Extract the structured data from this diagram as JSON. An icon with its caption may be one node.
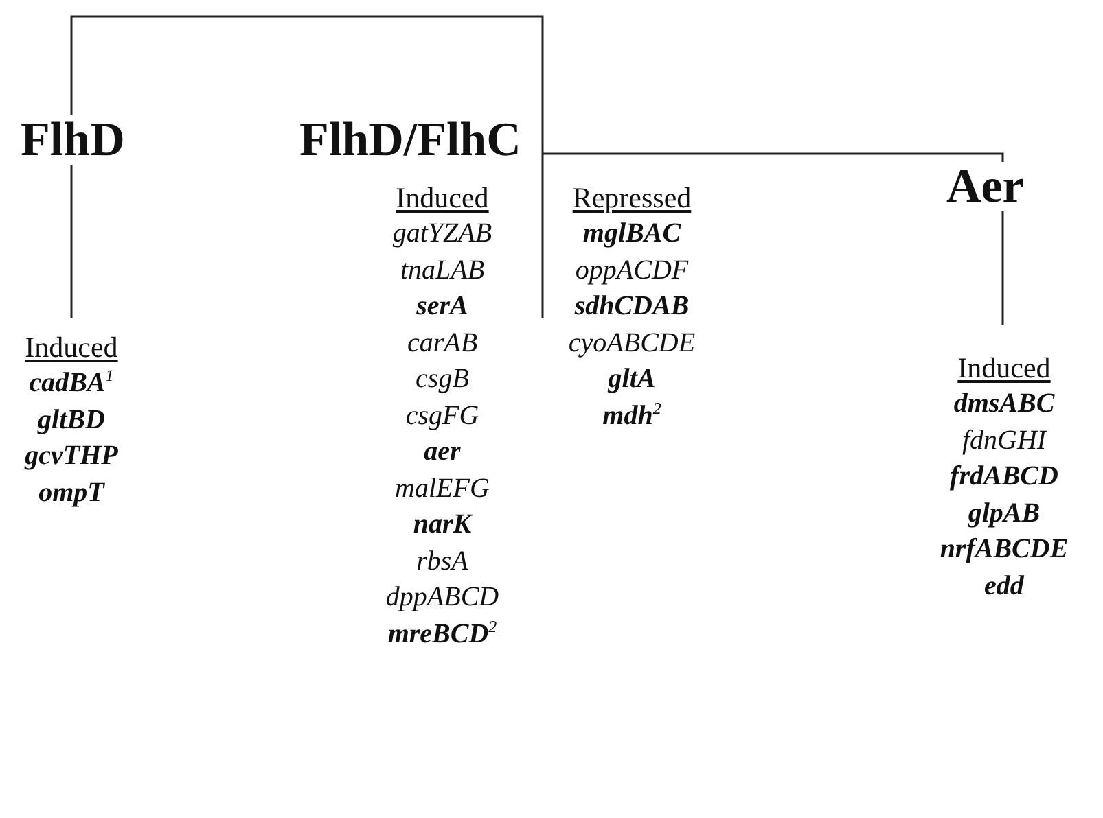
{
  "diagram": {
    "nodes": [
      {
        "text": [
          "Induced",
          "**cadBA**$^{1}$ **gltBD** **gcvTHP** **ompT**"
        ]
      },
      {
        "text": [
          "Induced",
          "gatYZAB tnaLAB **serA** carAB csgB csgFG **aer** malEFG **narK** rbsA dppABCD **mreBCD**$^{2}$"
        ]
      },
      {
        "text": [
          "Repressed",
          "**mglBAC** oppACDF **sdhCDAB** cyoABCDE **gltA** **mdh**$^{2}$"
        ]
      },
      {
        "text": [
          "Induced",
          "**dmsABC** fdnGHI **frdABCD** **glpAB** **nrfABCDE** **edd**"
        ]
      }
    ],
    "labels": [
      "FlhD",
      "FlhD/FlhC",
      "Aer"
    ]
  }
}
